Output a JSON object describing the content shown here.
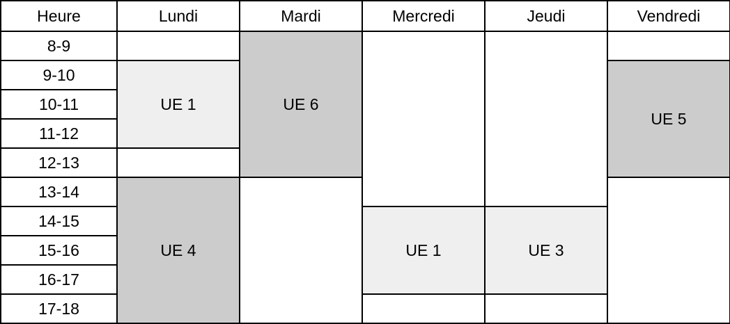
{
  "headers": [
    "Heure",
    "Lundi",
    "Mardi",
    "Mercredi",
    "Jeudi",
    "Vendredi"
  ],
  "hours": [
    "8-9",
    "9-10",
    "10-11",
    "11-12",
    "12-13",
    "13-14",
    "14-15",
    "15-16",
    "16-17",
    "17-18"
  ],
  "colors": {
    "light": "#efefef",
    "dark": "#cccccc",
    "white": "#ffffff",
    "border": "#000000"
  },
  "grid": [
    [
      {
        "label": "",
        "rows": 1,
        "fill": "white"
      },
      {
        "label": "UE 1",
        "rows": 3,
        "fill": "light"
      },
      {
        "label": "",
        "rows": 1,
        "fill": "white"
      },
      {
        "label": "UE 4",
        "rows": 5,
        "fill": "dark"
      }
    ],
    [
      {
        "label": "UE 6",
        "rows": 5,
        "fill": "dark"
      },
      {
        "label": "",
        "rows": 5,
        "fill": "white"
      }
    ],
    [
      {
        "label": "",
        "rows": 6,
        "fill": "white"
      },
      {
        "label": "UE 1",
        "rows": 3,
        "fill": "light"
      },
      {
        "label": "",
        "rows": 1,
        "fill": "white"
      }
    ],
    [
      {
        "label": "",
        "rows": 6,
        "fill": "white"
      },
      {
        "label": "UE 3",
        "rows": 3,
        "fill": "light"
      },
      {
        "label": "",
        "rows": 1,
        "fill": "white"
      }
    ],
    [
      {
        "label": "",
        "rows": 1,
        "fill": "white"
      },
      {
        "label": "UE 5",
        "rows": 4,
        "fill": "dark"
      },
      {
        "label": "",
        "rows": 5,
        "fill": "white"
      }
    ]
  ]
}
